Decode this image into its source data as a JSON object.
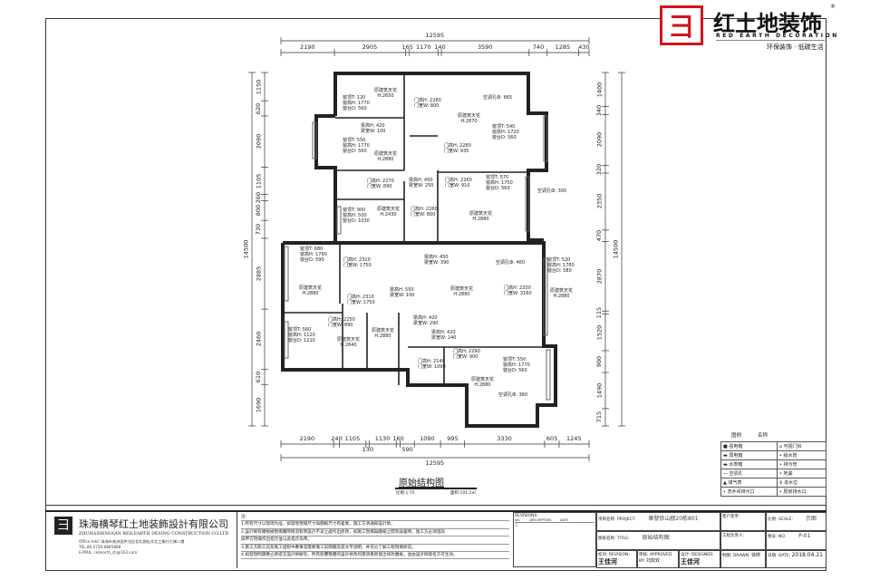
{
  "logo": {
    "mark": "彐",
    "name_cn": "红土地装饰",
    "name_en": "RED EARTH DECORATION",
    "slogan": "环保装饰 · 低碳生活",
    "registered": "®"
  },
  "drawing": {
    "title": "原始结构图",
    "scale": "比例:1:75",
    "area": "面积:101.5㎡"
  },
  "dimensions": {
    "top_total": "12595",
    "top": [
      "2190",
      "2905",
      "165",
      "1170",
      "140",
      "3590",
      "740",
      "1285",
      "430"
    ],
    "bottom_total": "12595",
    "bottom": [
      "2190",
      "240",
      "1105",
      "130",
      "1130",
      "160",
      "590",
      "1090",
      "995",
      "3330",
      "605",
      "1245"
    ],
    "left_total": "14500",
    "left": [
      "1150",
      "620",
      "2090",
      "1105",
      "260",
      "800",
      "730",
      "2885",
      "2460",
      "610",
      "1690"
    ],
    "right_total": "14500",
    "right": [
      "1400",
      "340",
      "2090",
      "320",
      "2350",
      "470",
      "2870",
      "115",
      "1520",
      "900",
      "1490",
      "715"
    ]
  },
  "labels": [
    [
      "原建筑天花",
      "H:2650"
    ],
    [
      "窗顶T: 120",
      "窗高H: 1770",
      "窗台D: 560"
    ],
    [
      "门高H: 2280",
      "门宽W: 800"
    ],
    [
      "空调孔Ф: 665"
    ],
    [
      "原建筑天花",
      "H:2870"
    ],
    [
      "窗顶T: 540",
      "窗高H: 1720",
      "窗台D: 560"
    ],
    [
      "梁高H: 420",
      "梁宽W: 100"
    ],
    [
      "窗顶T: 550",
      "窗高H: 1770",
      "窗台D: 560"
    ],
    [
      "原建筑天花",
      "H:2880"
    ],
    [
      "门高H: 2280",
      "门宽W: 935"
    ],
    [
      "门高H: 2270",
      "门宽W: 890"
    ],
    [
      "梁高H: 450",
      "梁宽W: 250"
    ],
    [
      "门高H: 2260",
      "门宽W: 910"
    ],
    [
      "窗顶T: 570",
      "窗高H: 1750",
      "窗台D: 560"
    ],
    [
      "空调孔Ф: 300"
    ],
    [
      "窗顶T: 900",
      "窗高H: 500",
      "窗台D: 1030"
    ],
    [
      "原建筑天花",
      "H:2430"
    ],
    [
      "门高H: 2260",
      "门宽W: 800"
    ],
    [
      "原建筑天花",
      "H:2880"
    ],
    [
      "窗顶T: 680",
      "窗高H: 1790",
      "窗台D: 590"
    ],
    [
      "门高H: 2310",
      "门宽W: 1750"
    ],
    [
      "梁高H: 450",
      "梁宽W: 390"
    ],
    [
      "空调孔Ф: 460"
    ],
    [
      "窗顶T: 520",
      "窗高H: 1780",
      "窗台D: 580"
    ],
    [
      "原建筑天花",
      "H:2880"
    ],
    [
      "门高H: 2310",
      "门宽W: 1750"
    ],
    [
      "梁高H: 550",
      "梁宽W: 100"
    ],
    [
      "原建筑天花",
      "H:2880"
    ],
    [
      "门高H: 2330",
      "门宽W: 3160"
    ],
    [
      "原建筑天花",
      "H:2880"
    ],
    [
      "门高H: 2250",
      "门宽W: 890"
    ],
    [
      "窗顶T: 560",
      "窗高H: 1120",
      "窗台D: 1210"
    ],
    [
      "原建筑天花",
      "H:2880"
    ],
    [
      "原建筑天花",
      "H:2840"
    ],
    [
      "梁高H: 420",
      "梁宽W: 290"
    ],
    [
      "梁高H: 420",
      "梁宽W: 240"
    ],
    [
      "门高H: 2290",
      "门宽W: 900"
    ],
    [
      "门高H: 2140",
      "门宽W: 1090"
    ],
    [
      "窗顶T: 550",
      "窗高H: 1770",
      "窗台D: 560"
    ],
    [
      "原建筑天花",
      "H:2880"
    ],
    [
      "空调孔Ф: 360"
    ]
  ],
  "legend": {
    "header_symbol": "图例",
    "header_name": "名称",
    "rows": [
      [
        "强电箱",
        "可视门铃"
      ],
      [
        "弱电箱",
        "给水管"
      ],
      [
        "水表箱",
        "排污管"
      ],
      [
        "空调孔",
        "地漏"
      ],
      [
        "煤气表",
        "进水位"
      ],
      [
        "洗手间排污口",
        "厨房排水口"
      ]
    ]
  },
  "title_block": {
    "company_cn": "珠海横琴红土地装飾設計有限公司",
    "company_en": "ZHUHAIHENGQIN RED.EARTH DESING CONSTRUCTION CO.LTD",
    "office": "Office Add: 珠海市香洲區拱北粒花北路粒花北工業村七棟二層",
    "tel": "TEL.86.0756-8885888",
    "email": "E-MAIL: redearth_zh@163.com",
    "notes_title": "注:",
    "notes": [
      "1.所有尺寸以现场为准，如發現現場尺寸與圖紙尺寸有差異，施工方須通知設計師。",
      "2.設計師有權根據現場實際情況對原設計不妥之處作出修改，如施工現場與圖紙之間有誤差時，施工方必須諮詢",
      "與甲方現場作出指示並以此指示為準。",
      "3.施工方施工前及施工過程中應事常需要施工前閱圖及其文字說明，并充分了解工程現場狀況。",
      "4.如發現問題應立即提交設計師解答，所有影響整體的設計修改均需須重新發出修改圖紙，並由設計師簽名方可生效。"
    ],
    "revisions": "REVISIONS:",
    "rev_no": "NO.",
    "rev_desc": "DESCRIPTION",
    "rev_date": "DATE",
    "rev_mark": "△",
    "project_label": "项目名称: PROJECT:",
    "project": "華發依山郡20栋801",
    "drawing_label": "图纸名称: TITLE:",
    "drawing": "原始结构图",
    "client_label": "客户签字:",
    "manager_label": "工程负责人:",
    "scale_label": "比例: SCALE:",
    "scale": "示图",
    "no_label": "图号: NO.",
    "no": "P-01",
    "revision_label": "校对: REVISION:",
    "revision_sig": "王佳河",
    "approved_label": "审核: APPROVED BY:",
    "approved": "刘双双",
    "designer_label": "设计: DESIGNER:",
    "designer_sig": "王佳河",
    "drawn_label": "制图: DRAWN:",
    "drawn": "徐婷",
    "date_label": "日期: DATE:",
    "date": "2018.04.21"
  }
}
